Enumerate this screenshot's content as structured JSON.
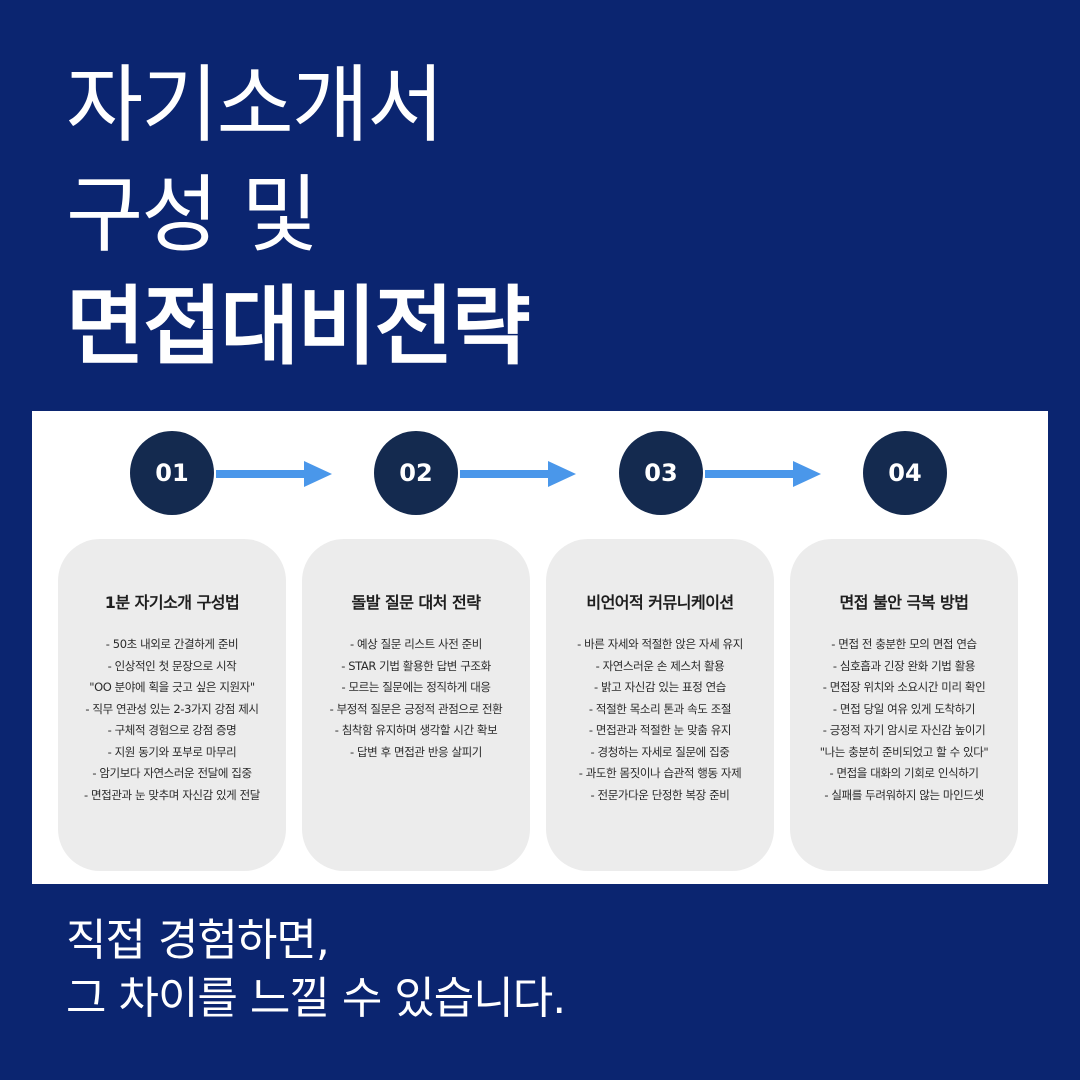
{
  "title": {
    "line1": "자기소개서",
    "line2": "구성 및",
    "line3": "면접대비전략"
  },
  "steps": [
    {
      "number": "01",
      "title": "1분 자기소개 구성법",
      "items": [
        "- 50초 내외로 간결하게 준비",
        "- 인상적인 첫 문장으로 시작",
        "\"OO 분야에 획을 긋고 싶은 지원자\"",
        "- 직무 연관성 있는 2-3가지 강점 제시",
        "- 구체적 경험으로 강점 증명",
        "- 지원 동기와 포부로 마무리",
        "- 암기보다 자연스러운 전달에 집중",
        "- 면접관과 눈 맞추며 자신감 있게 전달"
      ]
    },
    {
      "number": "02",
      "title": "돌발 질문 대처 전략",
      "items": [
        "- 예상 질문 리스트 사전 준비",
        "- STAR 기법 활용한 답변 구조화",
        "- 모르는 질문에는 정직하게 대응",
        "- 부정적 질문은 긍정적 관점으로 전환",
        "- 침착함 유지하며 생각할 시간 확보",
        "- 답변 후 면접관 반응 살피기"
      ]
    },
    {
      "number": "03",
      "title": "비언어적 커뮤니케이션",
      "items": [
        "- 바른 자세와 적절한 앉은 자세 유지",
        "- 자연스러운 손 제스처 활용",
        "- 밝고 자신감 있는 표정 연습",
        "- 적절한 목소리 톤과 속도 조절",
        "- 면접관과 적절한 눈 맞춤 유지",
        "- 경청하는 자세로 질문에 집중",
        "- 과도한 몸짓이나 습관적 행동 자제",
        "- 전문가다운 단정한 복장 준비"
      ]
    },
    {
      "number": "04",
      "title": "면접 불안 극복 방법",
      "items": [
        "- 면접 전 충분한 모의 면접 연습",
        "- 심호흡과 긴장 완화 기법 활용",
        "- 면접장 위치와 소요시간 미리 확인",
        "- 면접 당일 여유 있게 도착하기",
        "- 긍정적 자기 암시로 자신감 높이기",
        "\"나는 충분히 준비되었고 할 수 있다\"",
        "- 면접을 대화의 기회로 인식하기",
        "- 실패를 두려워하지 않는 마인드셋"
      ]
    }
  ],
  "footer": {
    "line1": "직접 경험하면,",
    "line2": "그 차이를 느낄 수 있습니다."
  },
  "colors": {
    "background": "#0b2570",
    "panel": "#ffffff",
    "circle": "#142a4f",
    "arrow": "#4a97ea",
    "card": "#ececec"
  }
}
